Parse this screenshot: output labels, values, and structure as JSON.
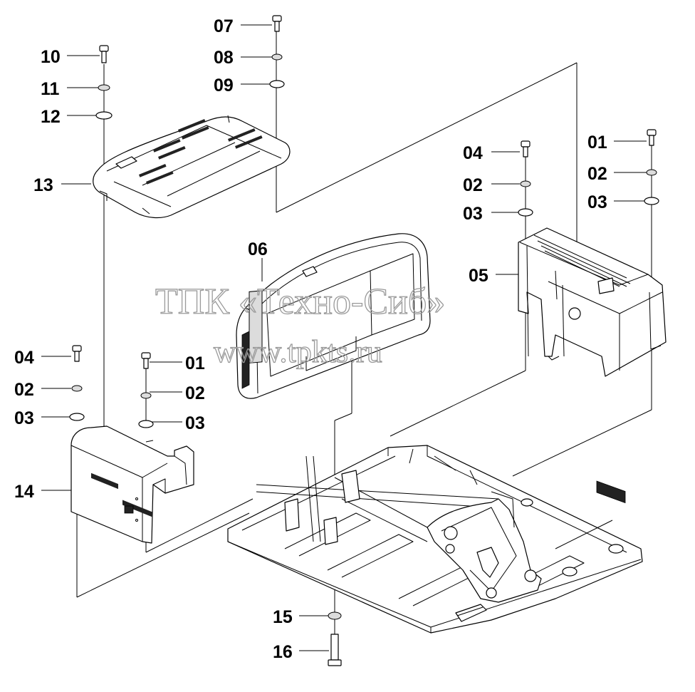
{
  "callouts": {
    "c01a": "01",
    "c02a": "02",
    "c03a": "03",
    "c04a": "04",
    "c02b": "02",
    "c03b": "03",
    "c05": "05",
    "c06": "06",
    "c07": "07",
    "c08": "08",
    "c09": "09",
    "c10": "10",
    "c11": "11",
    "c12": "12",
    "c13": "13",
    "c04b": "04",
    "c02c": "02",
    "c03c": "03",
    "c01b": "01",
    "c02d": "02",
    "c03d": "03",
    "c14": "14",
    "c15": "15",
    "c16": "16"
  },
  "watermark": {
    "line1": "ТПК «Техно-Сиб»",
    "line2": "www.tpkts.ru"
  }
}
